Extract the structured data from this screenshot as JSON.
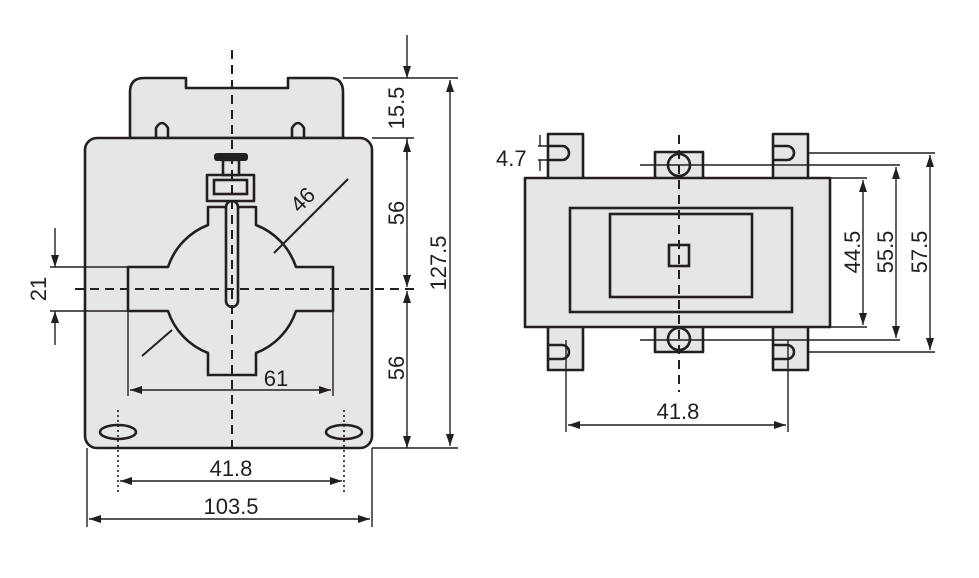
{
  "front_view": {
    "dims": {
      "top_tab_height": "15.5",
      "upper_half": "56",
      "lower_half": "56",
      "total_height": "127.5",
      "diameter": "46",
      "slot_height": "21",
      "window_width": "61",
      "mount_spacing": "41.8",
      "total_width": "103.5"
    }
  },
  "side_view": {
    "dims": {
      "hole": "4.7",
      "body_depth": "44.5",
      "inner_mount": "55.5",
      "outer_mount": "57.5",
      "mount_spacing": "41.8"
    }
  },
  "colors": {
    "fill": "#e6e6e6",
    "stroke": "#231f20"
  }
}
